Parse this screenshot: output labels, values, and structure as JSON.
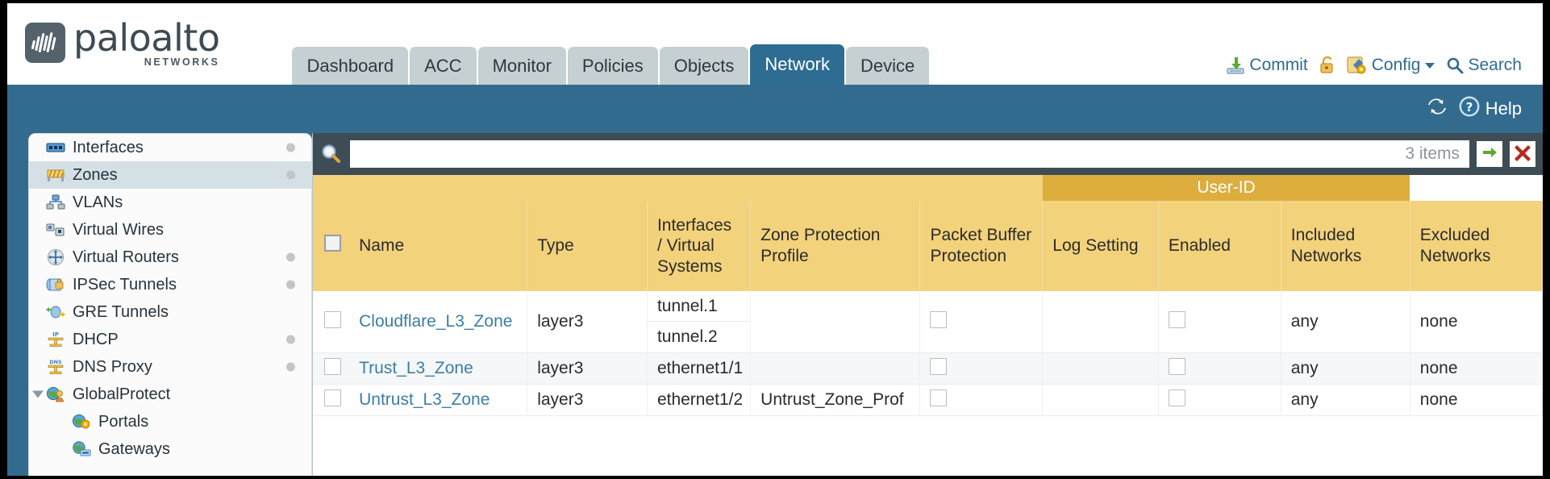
{
  "brand": {
    "name": "paloalto",
    "sub": "NETWORKS",
    "logo_icon": "paloalto-logo-icon"
  },
  "nav": {
    "tabs": [
      {
        "label": "Dashboard",
        "active": false
      },
      {
        "label": "ACC",
        "active": false
      },
      {
        "label": "Monitor",
        "active": false
      },
      {
        "label": "Policies",
        "active": false
      },
      {
        "label": "Objects",
        "active": false
      },
      {
        "label": "Network",
        "active": true
      },
      {
        "label": "Device",
        "active": false
      }
    ]
  },
  "toolbar": {
    "commit_label": "Commit",
    "commit_icon": "commit-icon",
    "lock_icon": "padlock-icon",
    "config_label": "Config",
    "config_icon": "config-wrench-icon",
    "config_caret_icon": "chevron-down-icon",
    "search_label": "Search",
    "search_icon": "search-icon"
  },
  "subbar": {
    "refresh_icon": "refresh-icon",
    "help_label": "Help",
    "help_icon": "help-icon"
  },
  "sidebar": {
    "items": [
      {
        "label": "Interfaces",
        "icon": "interfaces-icon",
        "dot": true,
        "selected": false,
        "child": false,
        "caret": false
      },
      {
        "label": "Zones",
        "icon": "zones-icon",
        "dot": true,
        "selected": true,
        "child": false,
        "caret": false
      },
      {
        "label": "VLANs",
        "icon": "vlans-icon",
        "dot": false,
        "selected": false,
        "child": false,
        "caret": false
      },
      {
        "label": "Virtual Wires",
        "icon": "virtual-wires-icon",
        "dot": false,
        "selected": false,
        "child": false,
        "caret": false
      },
      {
        "label": "Virtual Routers",
        "icon": "virtual-routers-icon",
        "dot": true,
        "selected": false,
        "child": false,
        "caret": false
      },
      {
        "label": "IPSec Tunnels",
        "icon": "ipsec-tunnels-icon",
        "dot": true,
        "selected": false,
        "child": false,
        "caret": false
      },
      {
        "label": "GRE Tunnels",
        "icon": "gre-tunnels-icon",
        "dot": false,
        "selected": false,
        "child": false,
        "caret": false
      },
      {
        "label": "DHCP",
        "icon": "dhcp-icon",
        "dot": true,
        "selected": false,
        "child": false,
        "caret": false
      },
      {
        "label": "DNS Proxy",
        "icon": "dns-proxy-icon",
        "dot": true,
        "selected": false,
        "child": false,
        "caret": false
      },
      {
        "label": "GlobalProtect",
        "icon": "globalprotect-icon",
        "dot": false,
        "selected": false,
        "child": false,
        "caret": true
      },
      {
        "label": "Portals",
        "icon": "portals-icon",
        "dot": false,
        "selected": false,
        "child": true,
        "caret": false
      },
      {
        "label": "Gateways",
        "icon": "gateways-icon",
        "dot": false,
        "selected": false,
        "child": true,
        "caret": false
      }
    ]
  },
  "search": {
    "icon": "search-magnifier-icon",
    "value": "",
    "placeholder": "",
    "item_count": "3 items",
    "apply_icon": "apply-filter-arrow-icon",
    "clear_icon": "clear-filter-x-icon"
  },
  "table": {
    "group_header": {
      "label": "User-ID",
      "span": 3
    },
    "columns": [
      "Name",
      "Type",
      "Interfaces / Virtual Systems",
      "Zone Protection Profile",
      "Packet Buffer Protection",
      "Log Setting",
      "Enabled",
      "Included Networks",
      "Excluded Networks"
    ],
    "rows": [
      {
        "selected": false,
        "name": "Cloudflare_L3_Zone",
        "type": "layer3",
        "interfaces": [
          "tunnel.1",
          "tunnel.2"
        ],
        "zone_protection_profile": "",
        "packet_buffer_protection": false,
        "log_setting": "",
        "userid_enabled": false,
        "included_networks": "any",
        "excluded_networks": "none"
      },
      {
        "selected": false,
        "name": "Trust_L3_Zone",
        "type": "layer3",
        "interfaces": [
          "ethernet1/1"
        ],
        "zone_protection_profile": "",
        "packet_buffer_protection": false,
        "log_setting": "",
        "userid_enabled": false,
        "included_networks": "any",
        "excluded_networks": "none"
      },
      {
        "selected": false,
        "name": "Untrust_L3_Zone",
        "type": "layer3",
        "interfaces": [
          "ethernet1/2"
        ],
        "zone_protection_profile": "Untrust_Zone_Prof",
        "packet_buffer_protection": false,
        "log_setting": "",
        "userid_enabled": false,
        "included_networks": "any",
        "excluded_networks": "none"
      }
    ]
  },
  "colors": {
    "brand_blue": "#336b8e",
    "tab_active": "#2e6c91",
    "tab_inactive": "#c4d0d2",
    "header_amber": "#f3d27c",
    "groupheader_amber": "#ddae3e",
    "link_blue": "#3b7ea4",
    "searchbar_dark": "#3e4c55"
  }
}
